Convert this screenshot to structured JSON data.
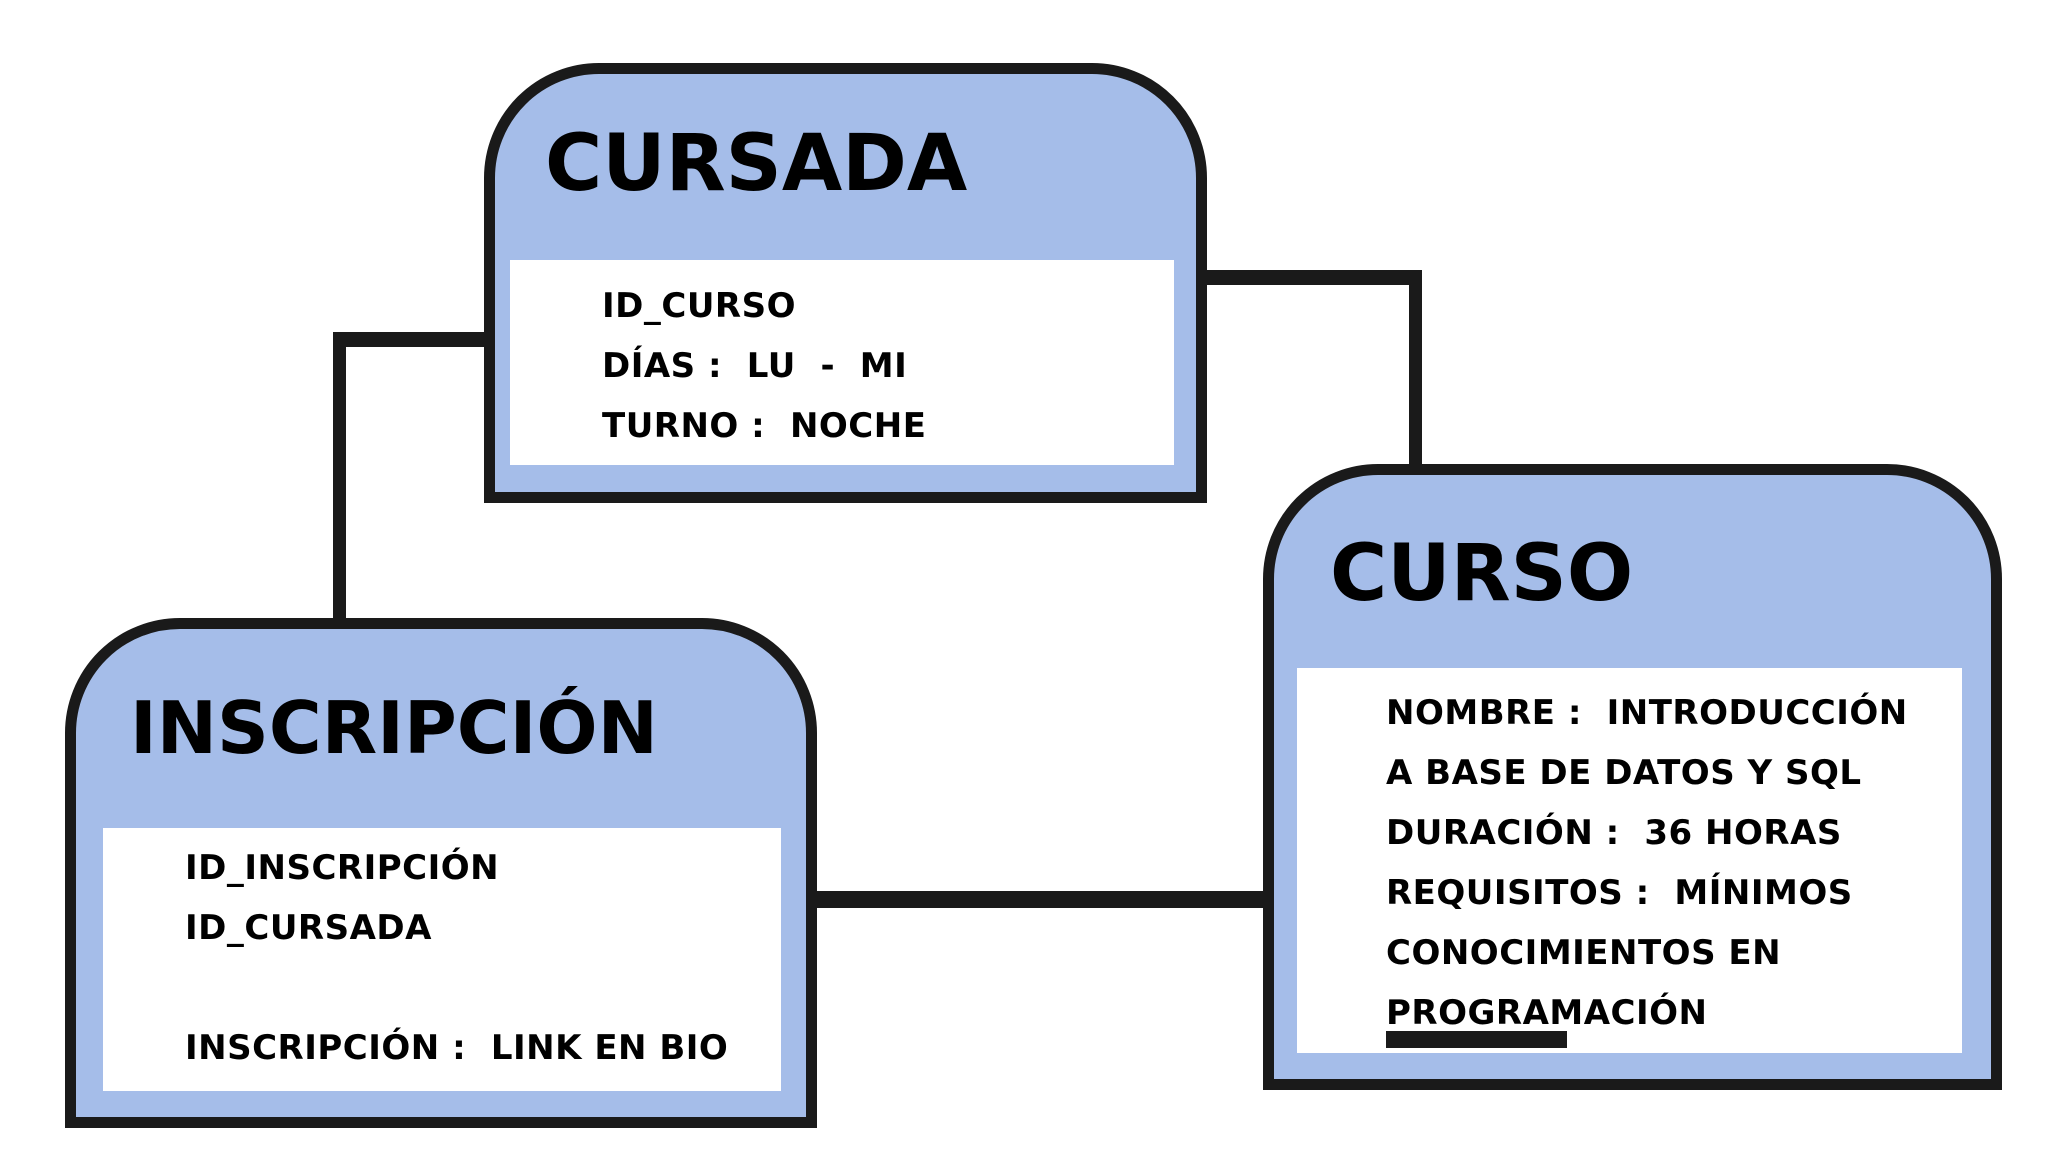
{
  "diagram_type": "entity-relationship",
  "entities": [
    {
      "id": "cursada",
      "title": "CURSADA",
      "attributes": [
        "ID_CURSO",
        "DÍAS :  LU  -  MI",
        "TURNO :  NOCHE"
      ]
    },
    {
      "id": "curso",
      "title": "CURSO",
      "attributes": [
        "NOMBRE :  INTRODUCCIÓN",
        "A BASE DE DATOS Y SQL",
        "DURACIÓN :  36 HORAS",
        "REQUISITOS :  MÍNIMOS",
        "CONOCIMIENTOS EN",
        "PROGRAMACIÓN"
      ]
    },
    {
      "id": "inscripcion",
      "title": "INSCRIPCIÓN",
      "attributes": [
        "ID_INSCRIPCIÓN",
        "ID_CURSADA",
        "INSCRIPCIÓN :  LINK EN BIO"
      ]
    }
  ],
  "relationships": [
    {
      "from": "CURSADA",
      "to": "INSCRIPCIÓN",
      "style": "elbow"
    },
    {
      "from": "CURSADA",
      "to": "CURSO",
      "style": "elbow"
    },
    {
      "from": "INSCRIPCIÓN",
      "to": "CURSO",
      "style": "straight"
    }
  ],
  "annotations": [
    {
      "type": "underline-highlight",
      "under_text": "PROGRAMACIÓN",
      "entity": "CURSO"
    }
  ],
  "colors": {
    "entity_fill": "#a5bde9",
    "border": "#1a1a1a",
    "panel": "#ffffff",
    "text": "#000000"
  }
}
